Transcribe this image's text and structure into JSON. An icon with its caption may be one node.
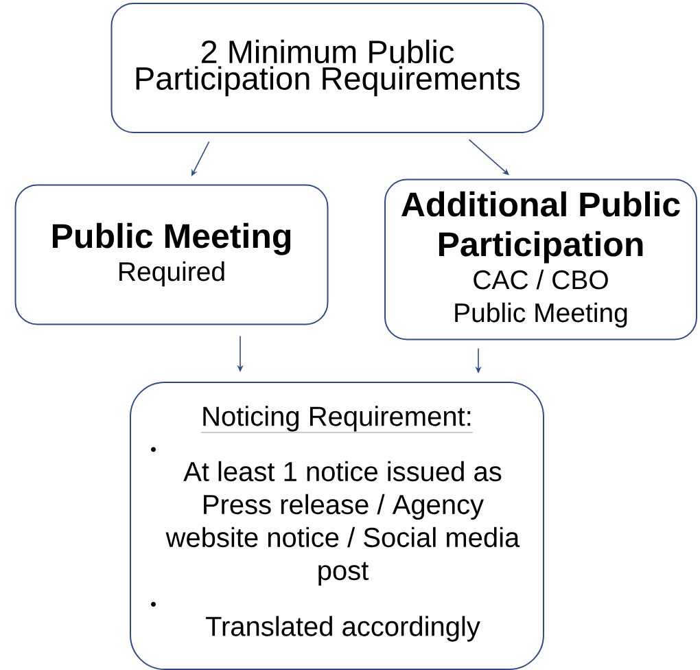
{
  "diagram": {
    "nodes": [
      {
        "text": [
          "2 Minimum Public Participation Requirements"
        ]
      },
      {
        "text": [
          "Public Meeting",
          "Required"
        ]
      },
      {
        "text": [
          "Additional Public Participation",
          "CAC / CBO Public Meeting"
        ]
      },
      {
        "text": [
          "Noticing Requirement:",
          "At least 1 notice issued as Press release / Agency website notice / Social media post",
          "Translated accordingly"
        ]
      }
    ],
    "edges": [
      {
        "from": 0,
        "to": 1,
        "arrow": "to"
      },
      {
        "from": 0,
        "to": 2,
        "arrow": "to"
      },
      {
        "from": 1,
        "to": 3,
        "arrow": "to"
      },
      {
        "from": 2,
        "to": 3,
        "arrow": "to"
      }
    ]
  }
}
